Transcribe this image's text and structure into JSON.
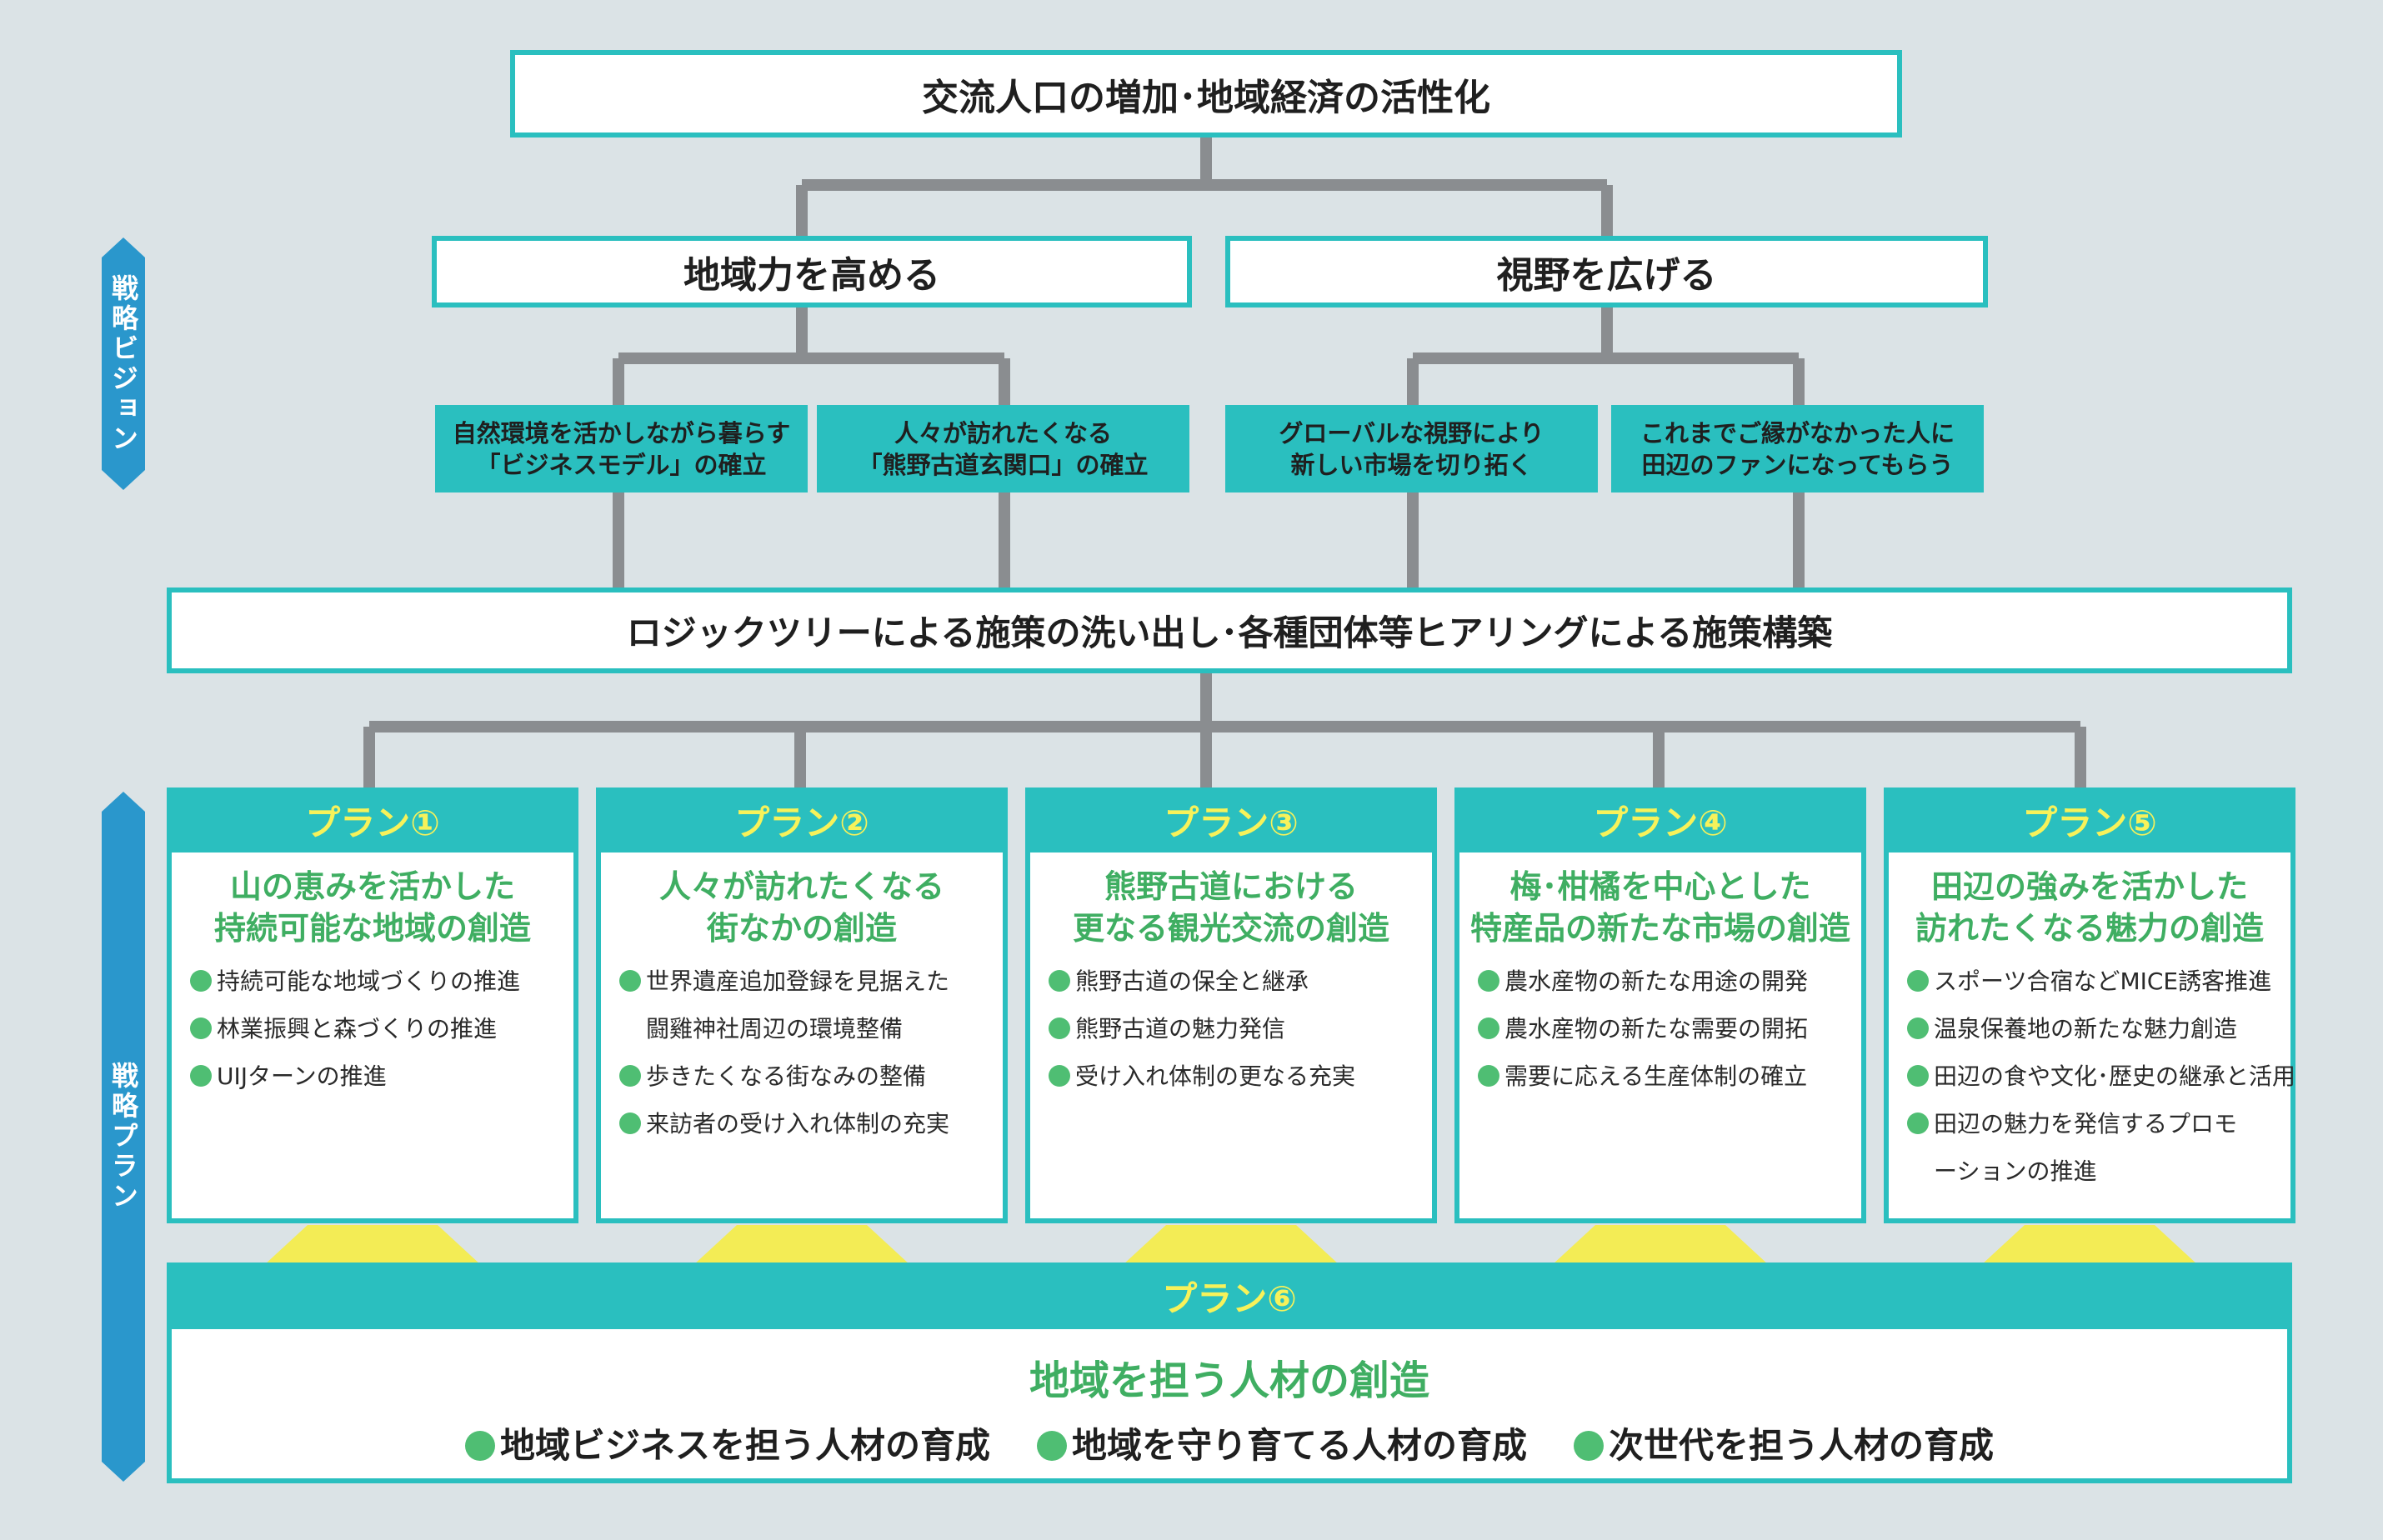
{
  "goal": "交流人口の増加･地域経済の活性化",
  "side_labels": {
    "vision": "戦略ビジョン",
    "plan": "戦略プラン"
  },
  "visions": [
    "地域力を高める",
    "視野を広げる"
  ],
  "sub_visions": [
    {
      "line1": "自然環境を活かしながら暮らす",
      "line2": "「ビジネスモデル」の確立"
    },
    {
      "line1": "人々が訪れたくなる",
      "line2": "「熊野古道玄関口」の確立"
    },
    {
      "line1": "グローバルな視野により",
      "line2": "新しい市場を切り拓く"
    },
    {
      "line1": "これまでご縁がなかった人に",
      "line2": "田辺のファンになってもらう"
    }
  ],
  "logic": "ロジックツリーによる施策の洗い出し･各種団体等ヒアリングによる施策構築",
  "plans": [
    {
      "label": "プラン①",
      "title1": "山の恵みを活かした",
      "title2": "持続可能な地域の創造",
      "items": [
        "持続可能な地域づくりの推進",
        "林業振興と森づくりの推進",
        "UIJターンの推進"
      ]
    },
    {
      "label": "プラン②",
      "title1": "人々が訪れたくなる",
      "title2": "街なかの創造",
      "items": [
        "世界遺産追加登録を見据えた",
        "闘雞神社周辺の環境整備",
        "歩きたくなる街なみの整備",
        "来訪者の受け入れ体制の充実"
      ]
    },
    {
      "label": "プラン③",
      "title1": "熊野古道における",
      "title2": "更なる観光交流の創造",
      "items": [
        "熊野古道の保全と継承",
        "熊野古道の魅力発信",
        "受け入れ体制の更なる充実"
      ]
    },
    {
      "label": "プラン④",
      "title1": "梅･柑橘を中心とした",
      "title2": "特産品の新たな市場の創造",
      "items": [
        "農水産物の新たな用途の開発",
        "農水産物の新たな需要の開拓",
        "需要に応える生産体制の確立"
      ]
    },
    {
      "label": "プラン⑤",
      "title1": "田辺の強みを活かした",
      "title2": "訪れたくなる魅力の創造",
      "items": [
        "スポーツ合宿などMICE誘客推進",
        "温泉保養地の新たな魅力創造",
        "田辺の食や文化･歴史の継承と活用",
        "田辺の魅力を発信するプロモ",
        "ーションの推進"
      ]
    }
  ],
  "plan6": {
    "label": "プラン⑥",
    "title": "地域を担う人材の創造",
    "items": [
      "地域ビジネスを担う人材の育成",
      "地域を守り育てる人材の育成",
      "次世代を担う人材の育成"
    ]
  }
}
